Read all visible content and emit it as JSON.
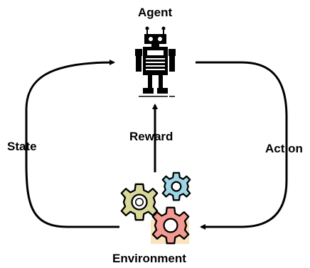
{
  "labels": {
    "agent": "Agent",
    "state": "State",
    "action": "Action",
    "reward": "Reward",
    "environment": "Environment"
  },
  "colors": {
    "stroke": "#000000",
    "gear_yellow": "#d8d89a",
    "gear_blue": "#9ed6e6",
    "gear_red": "#f29a92",
    "gear_bg": "#fbe3bf"
  },
  "icons": {
    "agent": "robot-icon",
    "environment": "gears-icon"
  }
}
